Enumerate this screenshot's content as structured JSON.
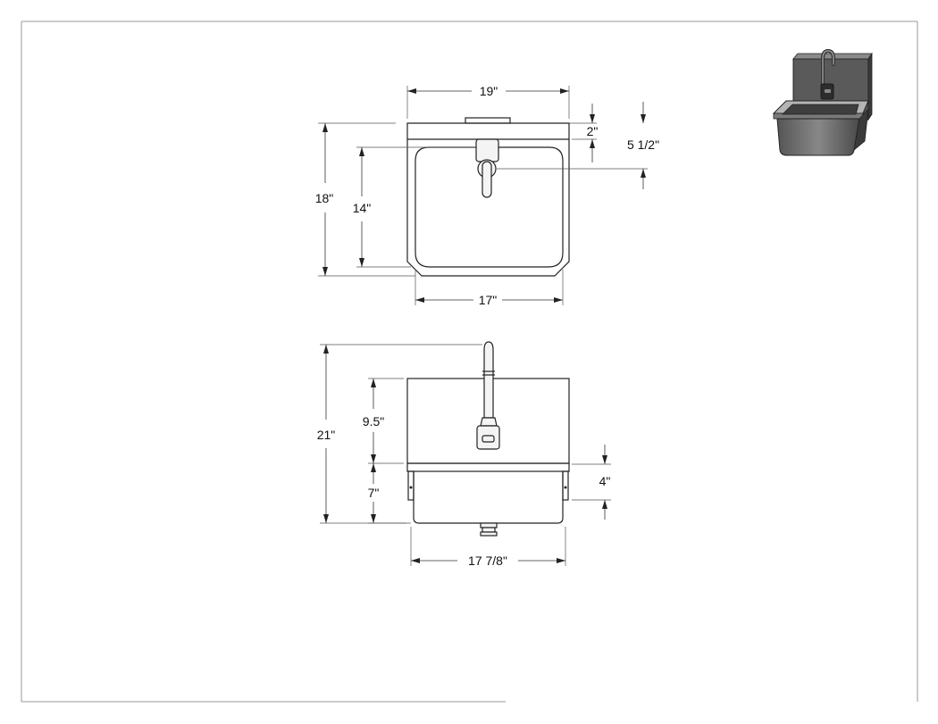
{
  "top_view": {
    "width_overall": "19\"",
    "depth_overall": "18\"",
    "bowl_depth": "14\"",
    "bowl_width": "17\"",
    "backsplash_offset": "2\"",
    "faucet_offset": "5 1/2\""
  },
  "front_view": {
    "overall_height": "21\"",
    "backsplash_height": "9.5\"",
    "bowl_height": "7\"",
    "apron_height": "4\"",
    "bowl_width": "17 7/8\""
  },
  "colors": {
    "line": "#222222",
    "frame": "#9a9a9a",
    "steel_light": "#c9c9c9",
    "steel_dark": "#4a4a4a"
  }
}
